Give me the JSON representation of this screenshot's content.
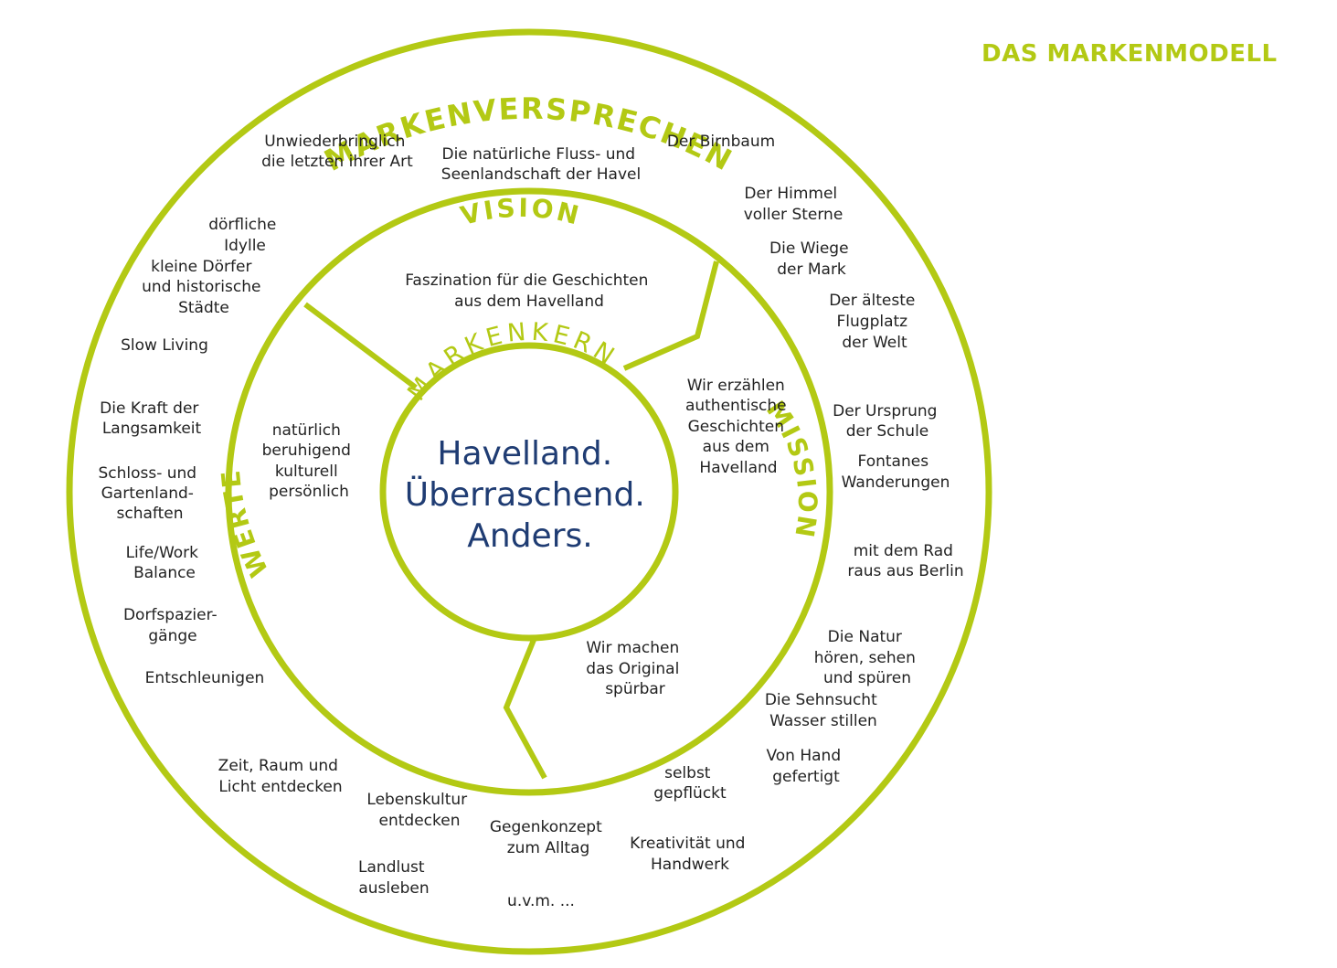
{
  "title": "DAS MARKENMODELL",
  "colors": {
    "accent": "#b3c914",
    "core_text": "#1f3c73",
    "text": "#222222"
  },
  "rings": {
    "outer": "MARKENVERSPRECHEN",
    "vision": "VISION",
    "mission": "MISSION",
    "werte": "WERTE",
    "core": "MARKENKERN"
  },
  "core_text": [
    "Havelland.",
    "Überraschend.",
    "Anders."
  ],
  "vision_text": [
    "Faszination für die Geschichten",
    "aus dem Havelland"
  ],
  "mission_texts": [
    [
      "Wir erzählen",
      "authentische",
      "Geschichten",
      "aus dem",
      "Havelland"
    ],
    [
      "Wir machen",
      "das Original",
      "spürbar"
    ]
  ],
  "werte_text": [
    "natürlich",
    "beruhigend",
    "kulturell",
    "persönlich"
  ],
  "promises": [
    [
      "Unwiederbringlich",
      "die letzten ihrer Art"
    ],
    [
      "Die natürliche Fluss- und",
      "Seenlandschaft der Havel"
    ],
    [
      "Der Birnbaum"
    ],
    [
      "Der Himmel",
      "voller Sterne"
    ],
    [
      "Die Wiege",
      "der Mark"
    ],
    [
      "Der älteste",
      "Flugplatz",
      "der Welt"
    ],
    [
      "Der Ursprung",
      "der Schule"
    ],
    [
      "Fontanes",
      "Wanderungen"
    ],
    [
      "mit dem Rad",
      "raus aus Berlin"
    ],
    [
      "Die Natur",
      "hören, sehen",
      "und spüren"
    ],
    [
      "Die Sehnsucht",
      "Wasser stillen"
    ],
    [
      "Von Hand",
      "gefertigt"
    ],
    [
      "selbst",
      "gepflückt"
    ],
    [
      "Kreativität und",
      "Handwerk"
    ],
    [
      "Gegenkonzept",
      "zum Alltag"
    ],
    [
      "u.v.m. ..."
    ],
    [
      "Lebenskultur",
      "entdecken"
    ],
    [
      "Landlust",
      "ausleben"
    ],
    [
      "Zeit, Raum und",
      "Licht entdecken"
    ],
    [
      "Entschleunigen"
    ],
    [
      "Dorfspazier-",
      "gänge"
    ],
    [
      "Life/Work",
      "Balance"
    ],
    [
      "Schloss- und",
      "Gartenland-",
      "schaften"
    ],
    [
      "Die Kraft der",
      "Langsamkeit"
    ],
    [
      "Slow Living"
    ],
    [
      "kleine Dörfer",
      "und historische",
      "Städte"
    ],
    [
      "dörfliche",
      "Idylle"
    ]
  ]
}
